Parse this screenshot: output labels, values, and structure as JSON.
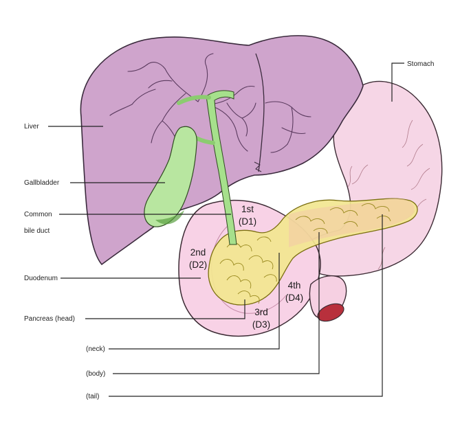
{
  "labels": {
    "stomach": "Stomach",
    "liver": "Liver",
    "gallbladder": "Gallbladder",
    "common_bile_duct_line1": "Common",
    "common_bile_duct_line2": "bile duct",
    "duodenum": "Duodenum",
    "pancreas_head": "Pancreas (head)",
    "neck": "(neck)",
    "body": "(body)",
    "tail": "(tail)"
  },
  "duodenum_segments": {
    "d1_ordinal": "1st",
    "d1_code": "(D1)",
    "d2_ordinal": "2nd",
    "d2_code": "(D2)",
    "d3_ordinal": "3rd",
    "d3_code": "(D3)",
    "d4_ordinal": "4th",
    "d4_code": "(D4)"
  },
  "colors": {
    "liver": "#cfa4cc",
    "liver_outline": "#3a2a3c",
    "stomach": "#f6d6e6",
    "duodenum": "#f8d2e6",
    "gallbladder": "#b8e6a0",
    "bile_duct": "#a6e08c",
    "pancreas": "#f2e690",
    "pancreas_outline": "#7a6e10",
    "jejunum_lumen": "#b8303c"
  }
}
